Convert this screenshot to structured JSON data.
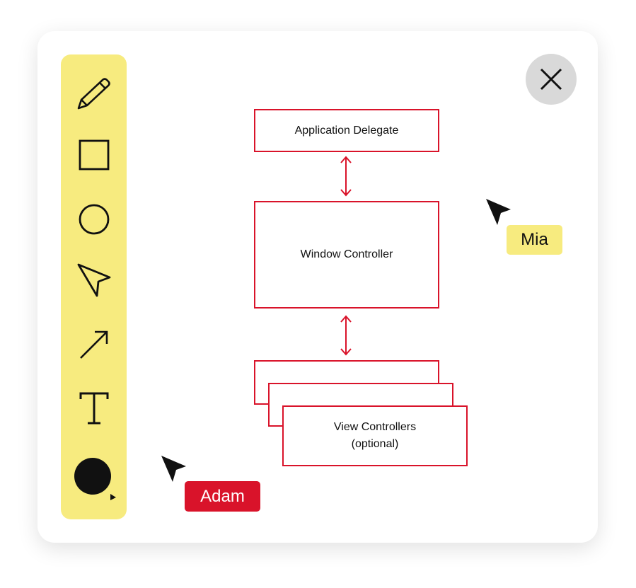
{
  "toolbar": {
    "tools": [
      {
        "name": "pencil"
      },
      {
        "name": "rectangle"
      },
      {
        "name": "ellipse"
      },
      {
        "name": "select"
      },
      {
        "name": "arrow"
      },
      {
        "name": "text"
      },
      {
        "name": "color"
      }
    ],
    "current_color": "#111111"
  },
  "diagram": {
    "app_delegate": "Application Delegate",
    "window_controller": "Window Controller",
    "view_controllers_line1": "View Controllers",
    "view_controllers_line2": "(optional)",
    "stroke_color": "#d9132a"
  },
  "collaborators": [
    {
      "name": "Mia",
      "color": "#f7eb7f"
    },
    {
      "name": "Adam",
      "color": "#d9132a"
    }
  ]
}
